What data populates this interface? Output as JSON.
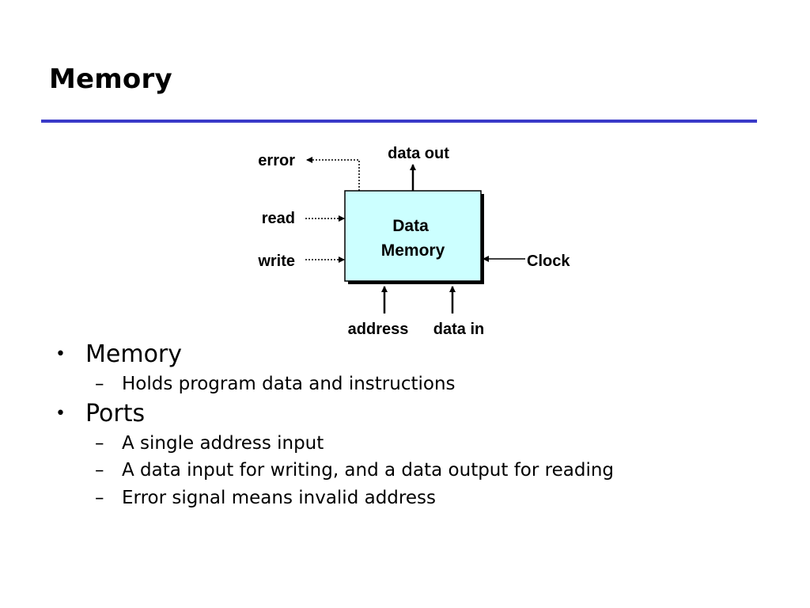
{
  "slide": {
    "title": "Memory"
  },
  "diagram": {
    "block_label_line1": "Data",
    "block_label_line2": "Memory",
    "labels": {
      "error": "error",
      "data_out": "data out",
      "read": "read",
      "write": "write",
      "clock": "Clock",
      "address": "address",
      "data_in": "data in"
    }
  },
  "bullets": [
    {
      "text": "Memory",
      "subs": [
        "Holds program data and instructions"
      ]
    },
    {
      "text": "Ports",
      "subs": [
        "A single address input",
        "A data input for writing, and a data output for reading",
        "Error signal means invalid address"
      ]
    }
  ],
  "colors": {
    "rule": "#3a3ac8",
    "block_fill": "#ccffff"
  }
}
